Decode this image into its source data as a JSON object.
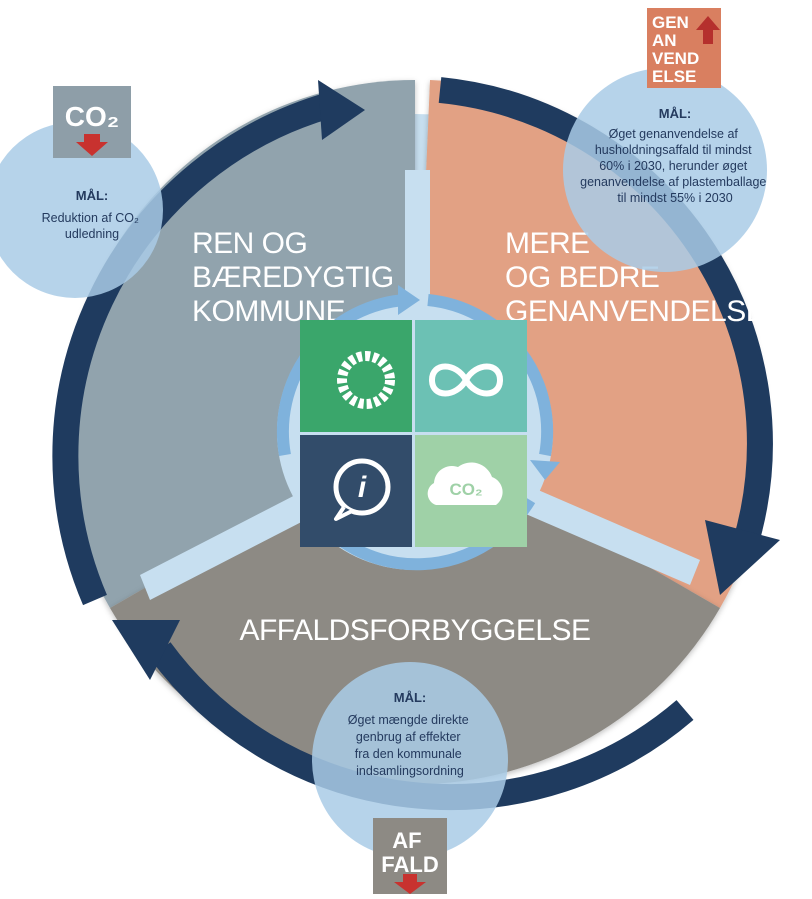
{
  "colors": {
    "navy": "#1f3b5f",
    "gray_segment": "#91a3ad",
    "salmon_segment": "#e2a184",
    "taupe_segment": "#8d8a84",
    "light_blue": "#c7dff0",
    "goal_circle": "#a9cbe6",
    "center_green": "#3aa66b",
    "center_teal": "#6cc1b4",
    "center_lightgreen": "#9fd1a7",
    "center_navy": "#324c6a",
    "badge_gray": "#8e9ea8",
    "badge_salmon": "#d97f60",
    "badge_taupe": "#8d8a84",
    "arrow_red": "#c8322f"
  },
  "segments": {
    "left": {
      "title_lines": [
        "REN OG",
        "BÆREDYGTIG",
        "KOMMUNE"
      ]
    },
    "right": {
      "title_lines": [
        "MERE",
        "OG BEDRE",
        "GENANVENDELSE"
      ]
    },
    "bottom": {
      "title_lines": [
        "AFFALDSFORBYGGELSE"
      ]
    }
  },
  "goals": {
    "left": {
      "heading": "MÅL:",
      "lines": [
        "Reduktion af CO₂",
        "udledning"
      ],
      "badge_lines": [
        "CO₂"
      ],
      "badge_arrow": "down-arrow-icon"
    },
    "right": {
      "heading": "MÅL:",
      "lines": [
        "Øget genanvendelse af",
        "husholdningsaffald til mindst",
        "60% i 2030, herunder øget",
        "genanvendelse af plastemballage",
        "til mindst 55% i 2030"
      ],
      "badge_lines": [
        "GEN",
        "AN",
        "VEND",
        "ELSE"
      ],
      "badge_arrow": "up-arrow-icon"
    },
    "bottom": {
      "heading": "MÅL:",
      "lines": [
        "Øget mængde direkte",
        "genbrug af effekter",
        "fra den kommunale",
        "indsamlingsordning"
      ],
      "badge_lines": [
        "AF",
        "FALD"
      ],
      "badge_arrow": "down-arrow-icon"
    }
  },
  "center": {
    "quadrants": [
      {
        "name": "sun-icon",
        "color": "green"
      },
      {
        "name": "infinity-icon",
        "color": "teal"
      },
      {
        "name": "info-bubble-icon",
        "color": "navy"
      },
      {
        "name": "co2-cloud-icon",
        "color": "lightgreen",
        "label": "CO₂"
      }
    ],
    "info_symbol": "i"
  }
}
